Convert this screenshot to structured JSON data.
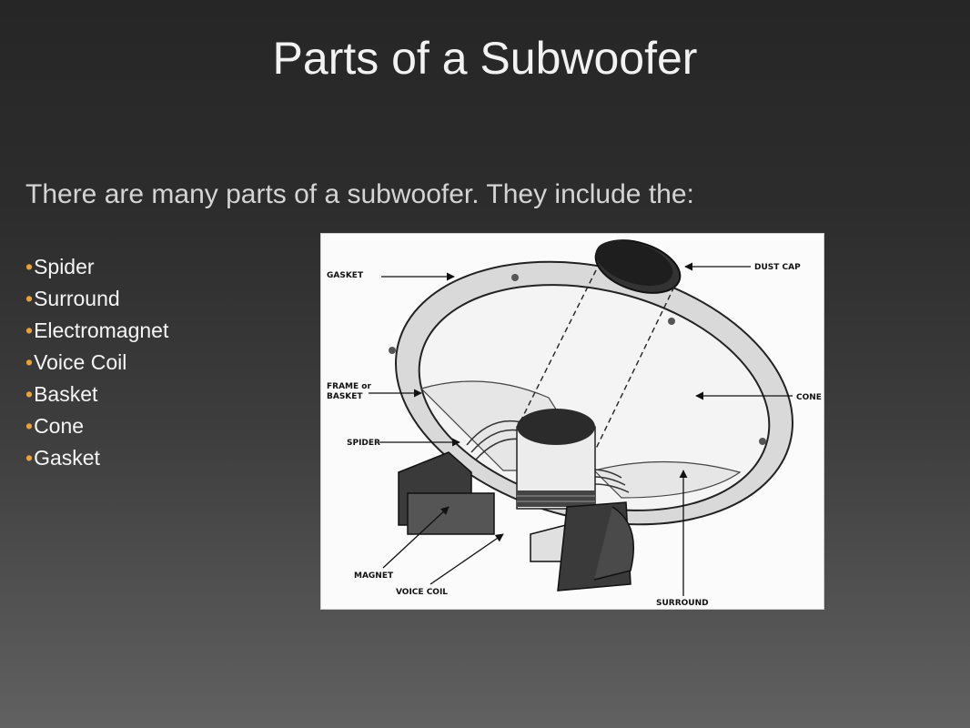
{
  "slide": {
    "title": "Parts of a Subwoofer",
    "intro": "There are many parts of a subwoofer. They include the:",
    "bullet_char": "•",
    "bullets": [
      "Spider",
      "Surround",
      "Electromagnet",
      "Voice Coil",
      "Basket",
      "Cone",
      "Gasket"
    ],
    "colors": {
      "title": "#f2f2f2",
      "bullet_marker": "#e8a23a",
      "background_top": "#262626",
      "background_bottom": "#616161"
    }
  },
  "diagram": {
    "labels": {
      "gasket": "GASKET",
      "dust_cap": "DUST CAP",
      "frame_line1": "FRAME or",
      "frame_line2": "BASKET",
      "cone": "CONE",
      "spider": "SPIDER",
      "magnet": "MAGNET",
      "voice_coil": "VOICE COIL",
      "surround": "SURROUND"
    }
  }
}
